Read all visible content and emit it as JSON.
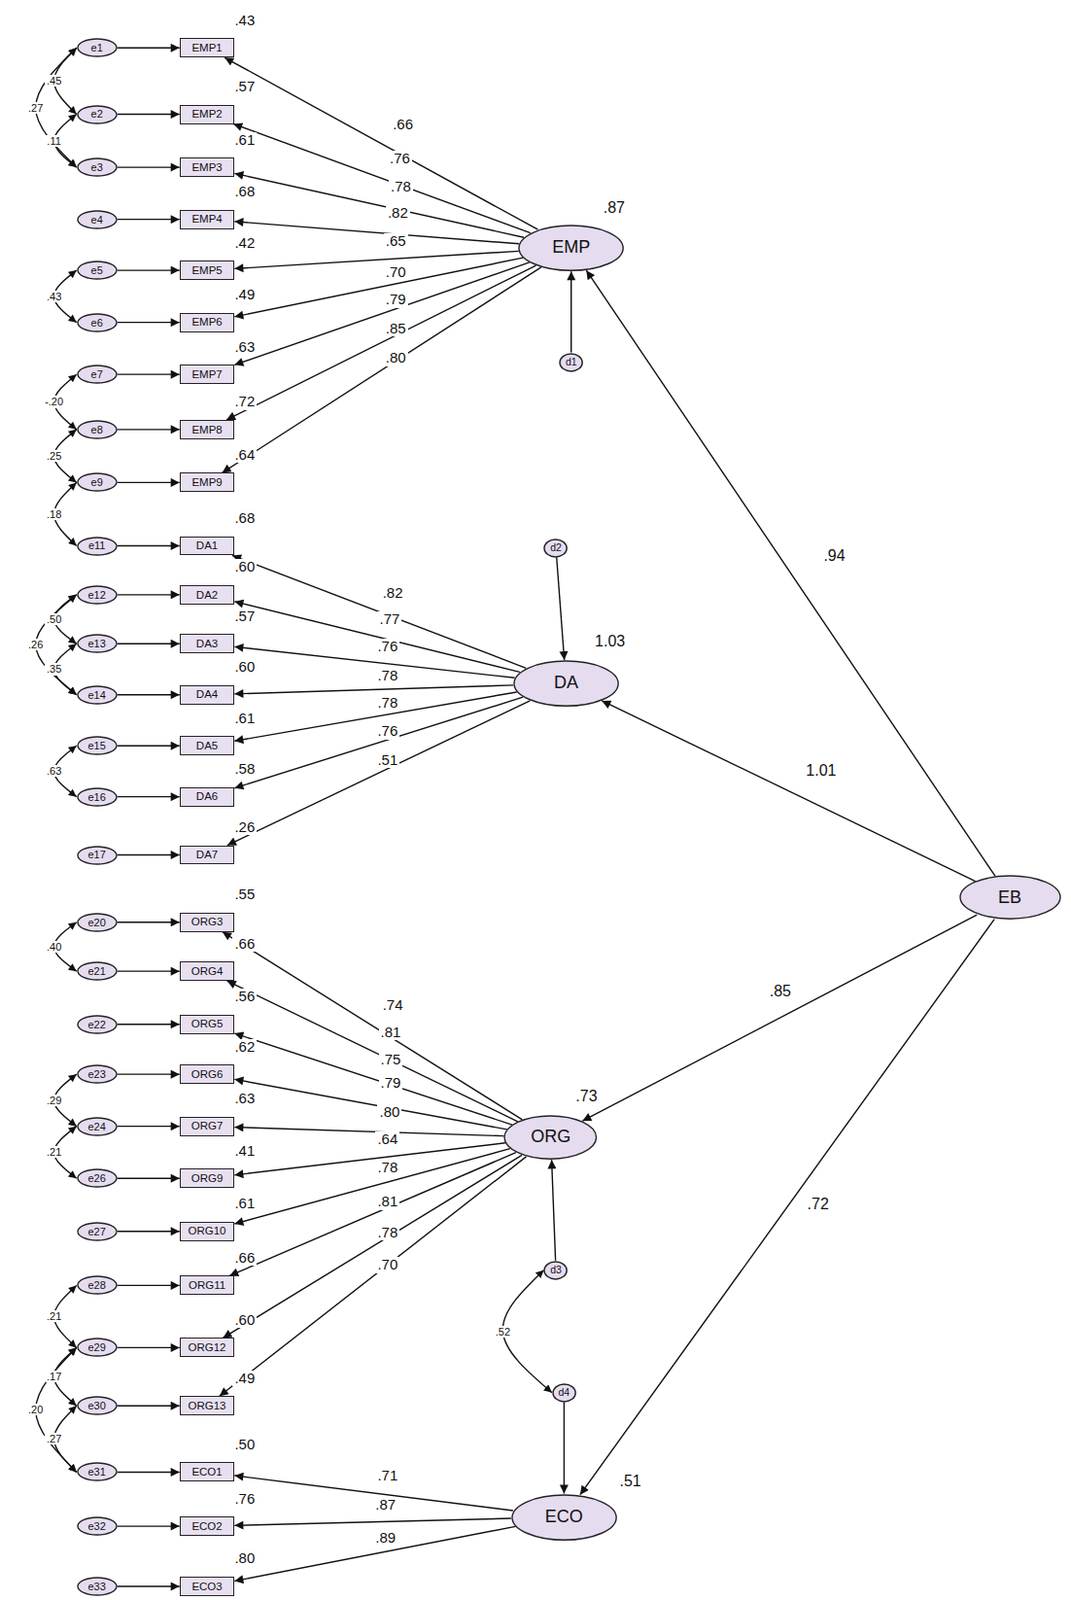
{
  "diagram": {
    "nodes": [
      {
        "text": [
          "e1"
        ]
      },
      {
        "text": [
          "EMP1"
        ]
      },
      {
        "text": [
          "e2"
        ]
      },
      {
        "text": [
          "EMP2"
        ]
      },
      {
        "text": [
          "e3"
        ]
      },
      {
        "text": [
          "EMP3"
        ]
      },
      {
        "text": [
          "e4"
        ]
      },
      {
        "text": [
          "EMP4"
        ]
      },
      {
        "text": [
          "e5"
        ]
      },
      {
        "text": [
          "EMP5"
        ]
      },
      {
        "text": [
          "e6"
        ]
      },
      {
        "text": [
          "EMP6"
        ]
      },
      {
        "text": [
          "e7"
        ]
      },
      {
        "text": [
          "EMP7"
        ]
      },
      {
        "text": [
          "e8"
        ]
      },
      {
        "text": [
          "EMP8"
        ]
      },
      {
        "text": [
          "e9"
        ]
      },
      {
        "text": [
          "EMP9"
        ]
      },
      {
        "text": [
          "e11"
        ]
      },
      {
        "text": [
          "DA1"
        ]
      },
      {
        "text": [
          "e12"
        ]
      },
      {
        "text": [
          "DA2"
        ]
      },
      {
        "text": [
          "e13"
        ]
      },
      {
        "text": [
          "DA3"
        ]
      },
      {
        "text": [
          "e14"
        ]
      },
      {
        "text": [
          "DA4"
        ]
      },
      {
        "text": [
          "e15"
        ]
      },
      {
        "text": [
          "DA5"
        ]
      },
      {
        "text": [
          "e16"
        ]
      },
      {
        "text": [
          "DA6"
        ]
      },
      {
        "text": [
          "e17"
        ]
      },
      {
        "text": [
          "DA7"
        ]
      },
      {
        "text": [
          "e20"
        ]
      },
      {
        "text": [
          "ORG3"
        ]
      },
      {
        "text": [
          "e21"
        ]
      },
      {
        "text": [
          "ORG4"
        ]
      },
      {
        "text": [
          "e22"
        ]
      },
      {
        "text": [
          "ORG5"
        ]
      },
      {
        "text": [
          "e23"
        ]
      },
      {
        "text": [
          "ORG6"
        ]
      },
      {
        "text": [
          "e24"
        ]
      },
      {
        "text": [
          "ORG7"
        ]
      },
      {
        "text": [
          "e26"
        ]
      },
      {
        "text": [
          "ORG9"
        ]
      },
      {
        "text": [
          "e27"
        ]
      },
      {
        "text": [
          "ORG10"
        ]
      },
      {
        "text": [
          "e28"
        ]
      },
      {
        "text": [
          "ORG11"
        ]
      },
      {
        "text": [
          "e29"
        ]
      },
      {
        "text": [
          "ORG12"
        ]
      },
      {
        "text": [
          "e30"
        ]
      },
      {
        "text": [
          "ORG13"
        ]
      },
      {
        "text": [
          "e31"
        ]
      },
      {
        "text": [
          "ECO1"
        ]
      },
      {
        "text": [
          "e32"
        ]
      },
      {
        "text": [
          "ECO2"
        ]
      },
      {
        "text": [
          "e33"
        ]
      },
      {
        "text": [
          "ECO3"
        ]
      },
      {
        "text": [
          "EMP"
        ]
      },
      {
        "text": [
          "d1"
        ]
      },
      {
        "text": [
          "d2"
        ]
      },
      {
        "text": [
          "DA"
        ]
      },
      {
        "text": [
          "EB"
        ]
      },
      {
        "text": [
          "ORG"
        ]
      },
      {
        "text": [
          "d3"
        ]
      },
      {
        "text": [
          "d4"
        ]
      },
      {
        "text": [
          "ECO"
        ]
      }
    ],
    "edges": [
      {
        "from": 0,
        "to": 1,
        "arrow": "to"
      },
      {
        "from": 2,
        "to": 3,
        "arrow": "to"
      },
      {
        "from": 4,
        "to": 5,
        "arrow": "to"
      },
      {
        "from": 6,
        "to": 7,
        "arrow": "to"
      },
      {
        "from": 8,
        "to": 9,
        "arrow": "to"
      },
      {
        "from": 10,
        "to": 11,
        "arrow": "to"
      },
      {
        "from": 12,
        "to": 13,
        "arrow": "to"
      },
      {
        "from": 14,
        "to": 15,
        "arrow": "to"
      },
      {
        "from": 16,
        "to": 17,
        "arrow": "to"
      },
      {
        "from": 18,
        "to": 19,
        "arrow": "to"
      },
      {
        "from": 20,
        "to": 21,
        "arrow": "to"
      },
      {
        "from": 22,
        "to": 23,
        "arrow": "to"
      },
      {
        "from": 24,
        "to": 25,
        "arrow": "to"
      },
      {
        "from": 26,
        "to": 27,
        "arrow": "to"
      },
      {
        "from": 28,
        "to": 29,
        "arrow": "to"
      },
      {
        "from": 30,
        "to": 31,
        "arrow": "to"
      },
      {
        "from": 32,
        "to": 33,
        "arrow": "to"
      },
      {
        "from": 34,
        "to": 35,
        "arrow": "to"
      },
      {
        "from": 36,
        "to": 37,
        "arrow": "to"
      },
      {
        "from": 38,
        "to": 39,
        "arrow": "to"
      },
      {
        "from": 40,
        "to": 41,
        "arrow": "to"
      },
      {
        "from": 42,
        "to": 43,
        "arrow": "to"
      },
      {
        "from": 44,
        "to": 45,
        "arrow": "to"
      },
      {
        "from": 46,
        "to": 47,
        "arrow": "to"
      },
      {
        "from": 48,
        "to": 49,
        "arrow": "to"
      },
      {
        "from": 50,
        "to": 51,
        "arrow": "to"
      },
      {
        "from": 52,
        "to": 53,
        "arrow": "to"
      },
      {
        "from": 54,
        "to": 55,
        "arrow": "to"
      },
      {
        "from": 56,
        "to": 57,
        "arrow": "to"
      },
      {
        "from": 58,
        "to": 1,
        "arrow": "to",
        "label": ".66"
      },
      {
        "from": 58,
        "to": 3,
        "arrow": "to",
        "label": ".76"
      },
      {
        "from": 58,
        "to": 5,
        "arrow": "to",
        "label": ".78"
      },
      {
        "from": 58,
        "to": 7,
        "arrow": "to",
        "label": ".82"
      },
      {
        "from": 58,
        "to": 9,
        "arrow": "to",
        "label": ".65"
      },
      {
        "from": 58,
        "to": 11,
        "arrow": "to",
        "label": ".70"
      },
      {
        "from": 58,
        "to": 13,
        "arrow": "to",
        "label": ".79"
      },
      {
        "from": 58,
        "to": 15,
        "arrow": "to",
        "label": ".85"
      },
      {
        "from": 58,
        "to": 17,
        "arrow": "to",
        "label": ".80"
      },
      {
        "from": 61,
        "to": 19,
        "arrow": "to",
        "label": ".82"
      },
      {
        "from": 61,
        "to": 21,
        "arrow": "to",
        "label": ".77"
      },
      {
        "from": 61,
        "to": 23,
        "arrow": "to",
        "label": ".76"
      },
      {
        "from": 61,
        "to": 25,
        "arrow": "to",
        "label": ".78"
      },
      {
        "from": 61,
        "to": 27,
        "arrow": "to",
        "label": ".78"
      },
      {
        "from": 61,
        "to": 29,
        "arrow": "to",
        "label": ".76"
      },
      {
        "from": 61,
        "to": 31,
        "arrow": "to",
        "label": ".51"
      },
      {
        "from": 63,
        "to": 33,
        "arrow": "to",
        "label": ".74"
      },
      {
        "from": 63,
        "to": 35,
        "arrow": "to",
        "label": ".81"
      },
      {
        "from": 63,
        "to": 37,
        "arrow": "to",
        "label": ".75"
      },
      {
        "from": 63,
        "to": 39,
        "arrow": "to",
        "label": ".79"
      },
      {
        "from": 63,
        "to": 41,
        "arrow": "to",
        "label": ".80"
      },
      {
        "from": 63,
        "to": 43,
        "arrow": "to",
        "label": ".64"
      },
      {
        "from": 63,
        "to": 45,
        "arrow": "to",
        "label": ".78"
      },
      {
        "from": 63,
        "to": 47,
        "arrow": "to",
        "label": ".81"
      },
      {
        "from": 63,
        "to": 49,
        "arrow": "to",
        "label": ".78"
      },
      {
        "from": 63,
        "to": 51,
        "arrow": "to",
        "label": ".70"
      },
      {
        "from": 66,
        "to": 53,
        "arrow": "to",
        "label": ".71"
      },
      {
        "from": 66,
        "to": 55,
        "arrow": "to",
        "label": ".87"
      },
      {
        "from": 66,
        "to": 57,
        "arrow": "to",
        "label": ".89"
      },
      {
        "from": 59,
        "to": 58,
        "arrow": "to"
      },
      {
        "from": 60,
        "to": 61,
        "arrow": "to"
      },
      {
        "from": 64,
        "to": 63,
        "arrow": "to"
      },
      {
        "from": 65,
        "to": 66,
        "arrow": "to"
      },
      {
        "from": 62,
        "to": 58,
        "arrow": "to",
        "label": ".94"
      },
      {
        "from": 62,
        "to": 61,
        "arrow": "to",
        "label": "1.01"
      },
      {
        "from": 62,
        "to": 63,
        "arrow": "to",
        "label": ".85"
      },
      {
        "from": 62,
        "to": 66,
        "arrow": "to",
        "label": ".72"
      },
      {
        "from": 0,
        "to": 2,
        "arrow": "both",
        "label": ".45"
      },
      {
        "from": 0,
        "to": 4,
        "arrow": "both",
        "label": ".27"
      },
      {
        "from": 2,
        "to": 4,
        "arrow": "both",
        "label": ".11"
      },
      {
        "from": 8,
        "to": 10,
        "arrow": "both",
        "label": ".43"
      },
      {
        "from": 12,
        "to": 14,
        "arrow": "both",
        "label": "-.20"
      },
      {
        "from": 14,
        "to": 16,
        "arrow": "both",
        "label": ".25"
      },
      {
        "from": 16,
        "to": 18,
        "arrow": "both",
        "label": ".18"
      },
      {
        "from": 20,
        "to": 22,
        "arrow": "both",
        "label": ".50"
      },
      {
        "from": 20,
        "to": 24,
        "arrow": "both",
        "label": ".26"
      },
      {
        "from": 22,
        "to": 24,
        "arrow": "both",
        "label": ".35"
      },
      {
        "from": 26,
        "to": 28,
        "arrow": "both",
        "label": ".63"
      },
      {
        "from": 32,
        "to": 34,
        "arrow": "both",
        "label": ".40"
      },
      {
        "from": 38,
        "to": 40,
        "arrow": "both",
        "label": ".29"
      },
      {
        "from": 40,
        "to": 42,
        "arrow": "both",
        "label": ".21"
      },
      {
        "from": 46,
        "to": 48,
        "arrow": "both",
        "label": ".21"
      },
      {
        "from": 48,
        "to": 50,
        "arrow": "both",
        "label": ".17"
      },
      {
        "from": 48,
        "to": 52,
        "arrow": "both",
        "label": ".20"
      },
      {
        "from": 50,
        "to": 52,
        "arrow": "both",
        "label": ".27"
      },
      {
        "from": 64,
        "to": 65,
        "arrow": "both",
        "label": ".52"
      }
    ],
    "labels": [
      ".43",
      ".57",
      ".61",
      ".68",
      ".42",
      ".49",
      ".63",
      ".72",
      ".64",
      ".68",
      ".60",
      ".57",
      ".60",
      ".61",
      ".58",
      ".26",
      ".55",
      ".66",
      ".56",
      ".62",
      ".63",
      ".41",
      ".61",
      ".66",
      ".60",
      ".49",
      ".50",
      ".76",
      ".80",
      ".87",
      "1.03",
      ".73",
      ".51"
    ]
  }
}
